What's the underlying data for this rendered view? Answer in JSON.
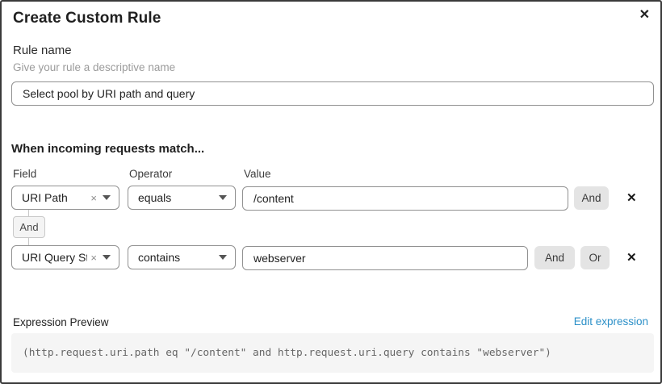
{
  "dialog": {
    "title": "Create Custom Rule"
  },
  "icons": {
    "close": "✕",
    "clear": "×",
    "delete_row": "✕"
  },
  "rule_name": {
    "label": "Rule name",
    "hint": "Give your rule a descriptive name",
    "value": "Select pool by URI path and query"
  },
  "matcher": {
    "heading": "When incoming requests match...",
    "columns": {
      "field": "Field",
      "operator": "Operator",
      "value": "Value"
    },
    "rows": [
      {
        "field": "URI Path",
        "operator": "equals",
        "value": "/content",
        "and_label": "And"
      },
      {
        "field": "URI Query St...",
        "operator": "contains",
        "value": "webserver",
        "and_label": "And",
        "or_label": "Or"
      }
    ],
    "connector_label": "And"
  },
  "expression": {
    "label": "Expression Preview",
    "edit_link": "Edit expression",
    "preview": "(http.request.uri.path eq \"/content\" and http.request.uri.query contains \"webserver\")"
  },
  "colors": {
    "link_blue": "#2c90c8",
    "chip_gray": "#e4e4e4",
    "border_gray": "#919191",
    "code_bg": "#f5f5f5",
    "dialog_border": "#3a3a3a"
  }
}
